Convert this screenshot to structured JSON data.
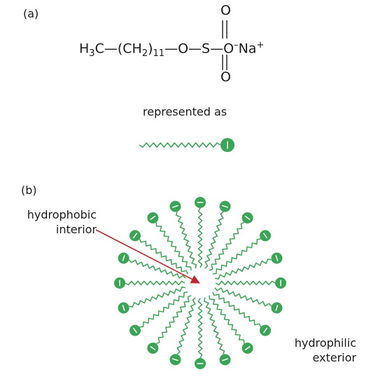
{
  "panel_a": {
    "label": "(a)",
    "formula": {
      "h3c": "H",
      "h3c_sub": "3",
      "h3c_c": "C",
      "dash1": "—",
      "ch2_open": "(CH",
      "ch2_sub": "2",
      "ch2_close": ")",
      "count_sub": "11",
      "dash2": "—",
      "o1": "O",
      "dash3": "—",
      "s": "S",
      "dash4": "—",
      "o_minus": "O",
      "minus_sup": "–",
      "na": "Na",
      "plus_sup": "+",
      "o_top": "O",
      "o_bottom": "O"
    },
    "represented_as": "represented as",
    "head_sign": "–"
  },
  "panel_b": {
    "label": "(b)",
    "interior_label_line1": "hydrophobic",
    "interior_label_line2": "interior",
    "exterior_label_line1": "hydrophilic",
    "exterior_label_line2": "exterior",
    "head_sign": "–",
    "molecule_count": 20
  },
  "colors": {
    "green": "#3aa655",
    "arrow": "#c0282d",
    "text": "#1a1a1a"
  }
}
